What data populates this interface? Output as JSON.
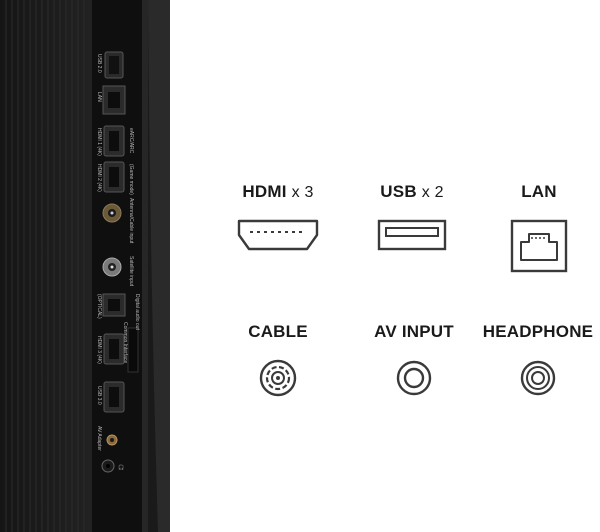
{
  "ports": {
    "hdmi": {
      "name": "HDMI",
      "count": "x 3",
      "icon": "hdmi-port-icon"
    },
    "usb": {
      "name": "USB",
      "count": "x 2",
      "icon": "usb-port-icon"
    },
    "lan": {
      "name": "LAN",
      "icon": "ethernet-port-icon"
    },
    "cable": {
      "name": "CABLE",
      "icon": "coax-port-icon"
    },
    "av": {
      "name": "AV INPUT",
      "icon": "av-jack-icon"
    },
    "headphone": {
      "name": "HEADPHONE",
      "icon": "headphone-jack-icon"
    }
  },
  "tv_panel_labels": {
    "usb2": "USB 2.0",
    "lan": "LAN",
    "hdmi1": "HDMI 1 (4K)",
    "hdmi_earc": "eARC/ARC",
    "hdmi2": "HDMI 2 (4K)",
    "game_mode": "(Game mode)",
    "antenna": "Antenna/Cable input",
    "satellite": "Satellite input",
    "optical": "Digital audio out",
    "optical_sub": "(OPTICAL)",
    "common_interface": "Common Interface",
    "hdmi3": "HDMI 3 (4K)",
    "usb3": "USB 3.0",
    "av_adapter": "AV Adapter"
  },
  "colors": {
    "tv_body": "#1c1c1c",
    "tv_panel": "#0e0e0e",
    "icon_stroke": "#3a3a3a",
    "label_text": "#1a1a1a"
  }
}
